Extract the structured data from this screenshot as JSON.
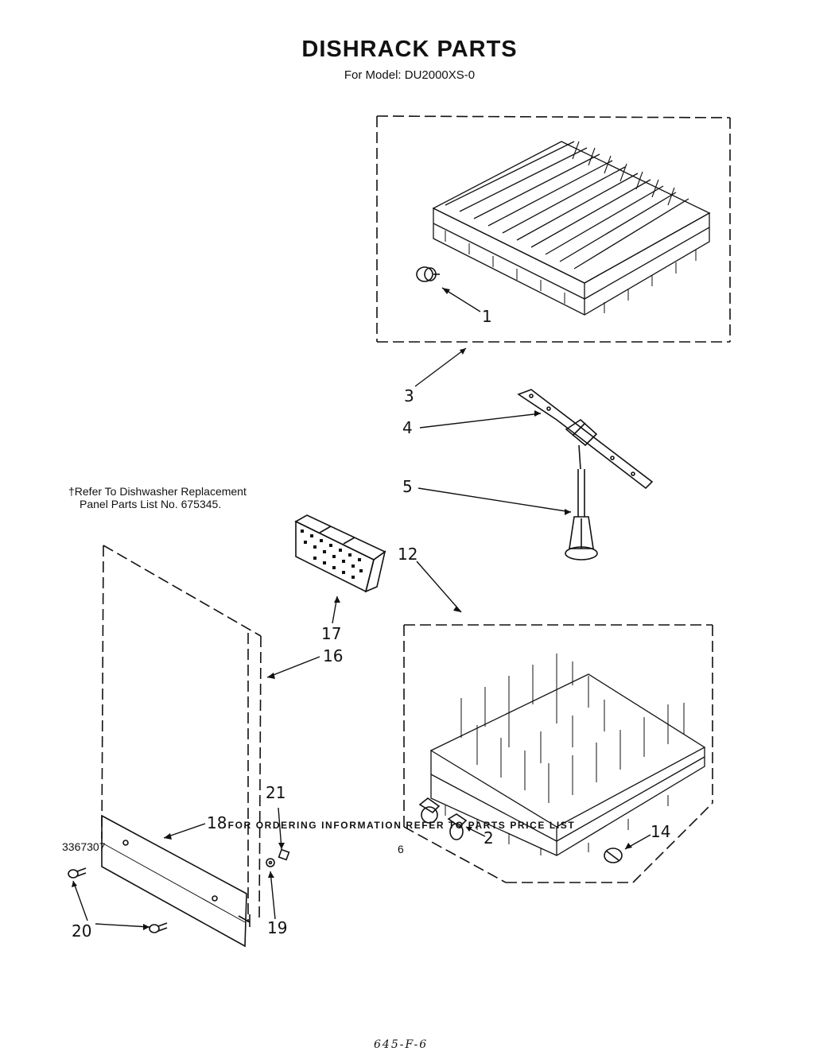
{
  "title": "DISHRACK PARTS",
  "subtitle": "For Model: DU2000XS-0",
  "note": {
    "line1": "†Refer To Dishwasher Replacement",
    "line2": "Panel Parts List No. 675345."
  },
  "footer": "FOR ORDERING INFORMATION REFER TO PARTS PRICE LIST",
  "doc_number": "3367307",
  "page_number": "6",
  "handwritten": "645-F-6",
  "callouts": {
    "c1": "1",
    "c2": "2",
    "c3": "3",
    "c4": "4",
    "c5": "5",
    "c12": "12",
    "c14": "14",
    "c16": "16",
    "c17": "17",
    "c18": "18",
    "c19": "19",
    "c20": "20",
    "c21": "21"
  }
}
